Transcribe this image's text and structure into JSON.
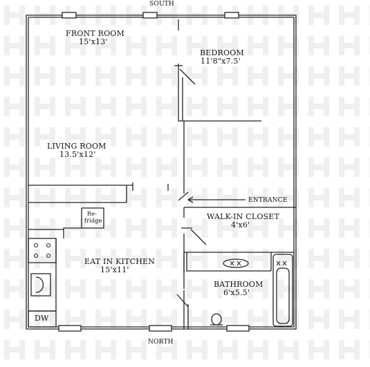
{
  "compass": {
    "top": "SOUTH",
    "bottom": "NORTH"
  },
  "rooms": {
    "front_room": {
      "name": "FRONT ROOM",
      "size": "15'x13'"
    },
    "bedroom": {
      "name": "BEDROOM",
      "size": "11'8\"x7.5'"
    },
    "living_room": {
      "name": "LIVING ROOM",
      "size": "13.5'x12'"
    },
    "walk_in": {
      "name": "WALK-IN CLOSET",
      "size": "4'x6'"
    },
    "kitchen": {
      "name": "EAT IN KITCHEN",
      "size": "15'x11'"
    },
    "bathroom": {
      "name": "BATHROOM",
      "size": "6'x5.5'"
    }
  },
  "entrance": "ENTRANCE",
  "appliances": {
    "fridge_line1": "Re-",
    "fridge_line2": "fridge",
    "dishwasher": "DW"
  },
  "colors": {
    "line": "#222222",
    "watermark": "#eeeeee"
  }
}
